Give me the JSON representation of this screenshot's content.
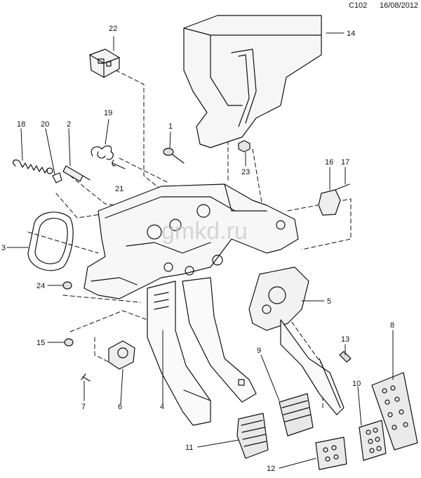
{
  "header": {
    "code": "C102",
    "date": "16/08/2012"
  },
  "watermark": "gmkd.ru",
  "callouts": [
    {
      "id": "c1",
      "label": "1"
    },
    {
      "id": "c2",
      "label": "2"
    },
    {
      "id": "c3",
      "label": "3"
    },
    {
      "id": "c4",
      "label": "4"
    },
    {
      "id": "c5",
      "label": "5"
    },
    {
      "id": "c6",
      "label": "6"
    },
    {
      "id": "c7",
      "label": "7"
    },
    {
      "id": "c8",
      "label": "8"
    },
    {
      "id": "c9",
      "label": "9"
    },
    {
      "id": "c10",
      "label": "10"
    },
    {
      "id": "c11",
      "label": "11"
    },
    {
      "id": "c12",
      "label": "12"
    },
    {
      "id": "c13",
      "label": "13"
    },
    {
      "id": "c14",
      "label": "14"
    },
    {
      "id": "c15",
      "label": "15"
    },
    {
      "id": "c16",
      "label": "16"
    },
    {
      "id": "c17",
      "label": "17"
    },
    {
      "id": "c18",
      "label": "18"
    },
    {
      "id": "c19",
      "label": "19"
    },
    {
      "id": "c20",
      "label": "20"
    },
    {
      "id": "c21",
      "label": "21"
    },
    {
      "id": "c22",
      "label": "22"
    },
    {
      "id": "c23",
      "label": "23"
    },
    {
      "id": "c24",
      "label": "24"
    }
  ]
}
